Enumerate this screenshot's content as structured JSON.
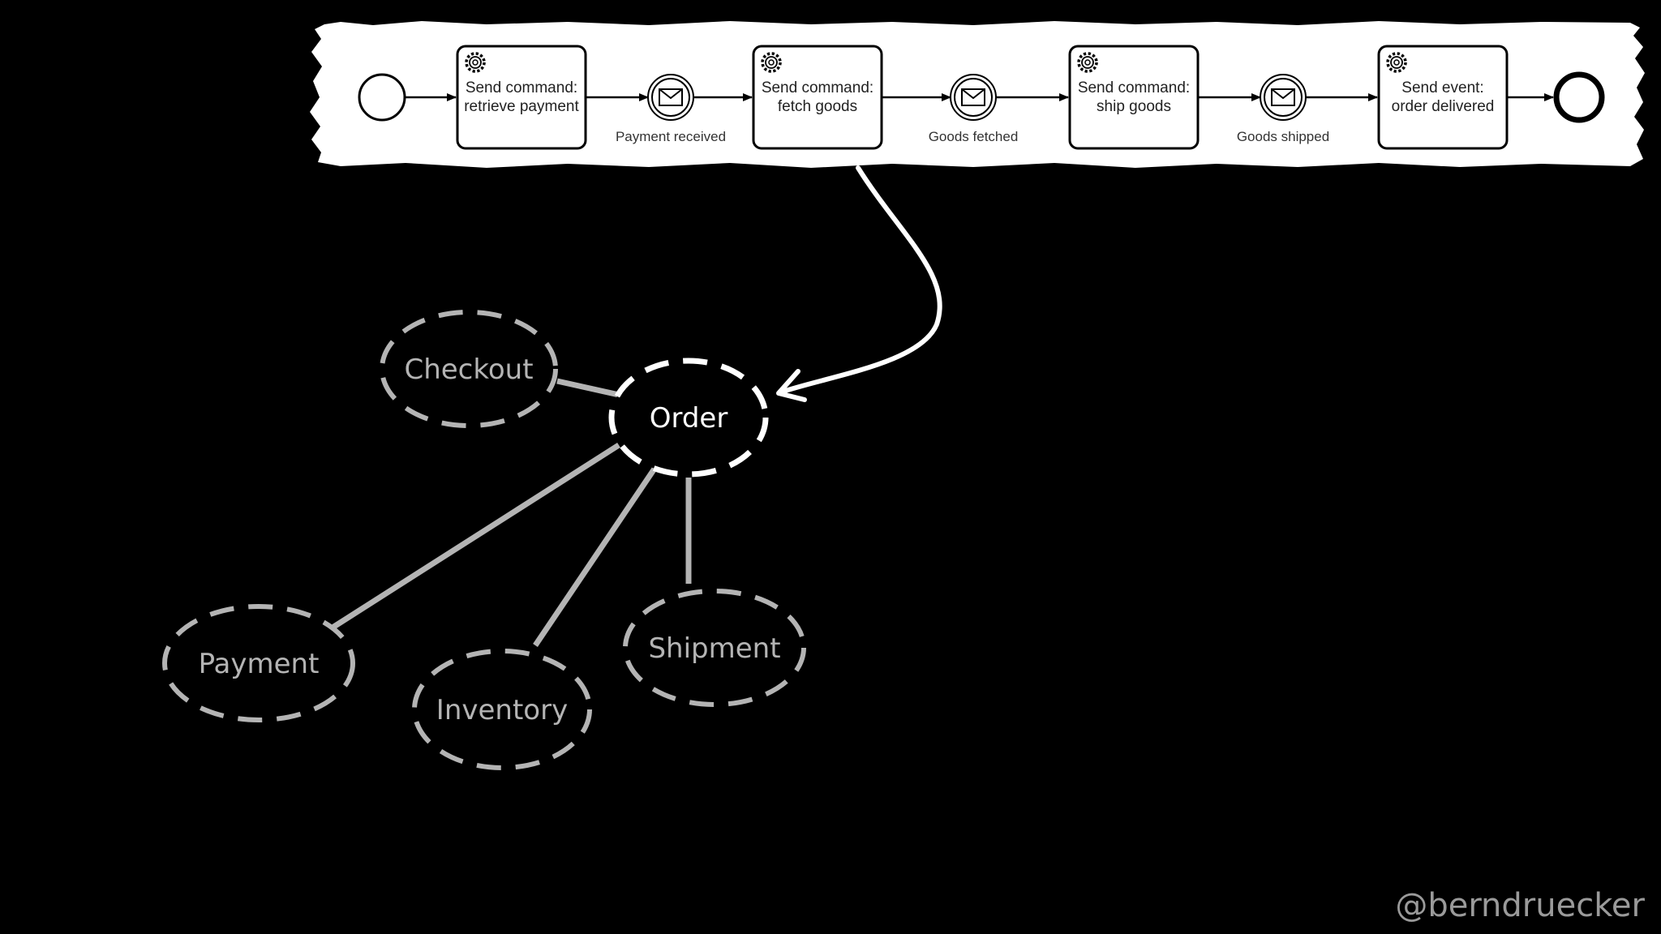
{
  "process": {
    "tasks": [
      {
        "line1": "Send command:",
        "line2": "retrieve payment"
      },
      {
        "line1": "Send command:",
        "line2": "fetch goods"
      },
      {
        "line1": "Send command:",
        "line2": "ship goods"
      },
      {
        "line1": "Send event:",
        "line2": "order delivered"
      }
    ],
    "events": [
      {
        "label": "Payment received"
      },
      {
        "label": "Goods fetched"
      },
      {
        "label": "Goods shipped"
      }
    ]
  },
  "contexts": {
    "order": "Order",
    "checkout": "Checkout",
    "payment": "Payment",
    "inventory": "Inventory",
    "shipment": "Shipment"
  },
  "footer": {
    "handle": "@berndruecker"
  },
  "colors": {
    "background": "#000000",
    "paper": "#ffffff",
    "context_stroke": "#b4b4b4",
    "order_stroke": "#ffffff"
  }
}
